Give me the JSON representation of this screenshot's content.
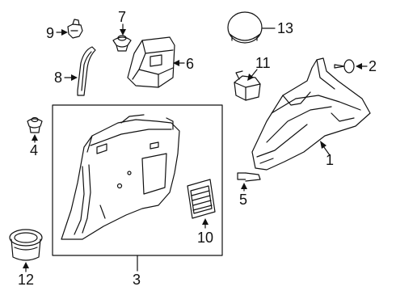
{
  "callouts": [
    {
      "id": "1",
      "label": "1"
    },
    {
      "id": "2",
      "label": "2"
    },
    {
      "id": "3",
      "label": "3"
    },
    {
      "id": "4",
      "label": "4"
    },
    {
      "id": "5",
      "label": "5"
    },
    {
      "id": "6",
      "label": "6"
    },
    {
      "id": "7",
      "label": "7"
    },
    {
      "id": "8",
      "label": "8"
    },
    {
      "id": "9",
      "label": "9"
    },
    {
      "id": "10",
      "label": "10"
    },
    {
      "id": "11",
      "label": "11"
    },
    {
      "id": "12",
      "label": "12"
    },
    {
      "id": "13",
      "label": "13"
    }
  ],
  "colors": {
    "line": "#111111",
    "fill": "#ffffff",
    "shade": "#e6e6e6"
  }
}
